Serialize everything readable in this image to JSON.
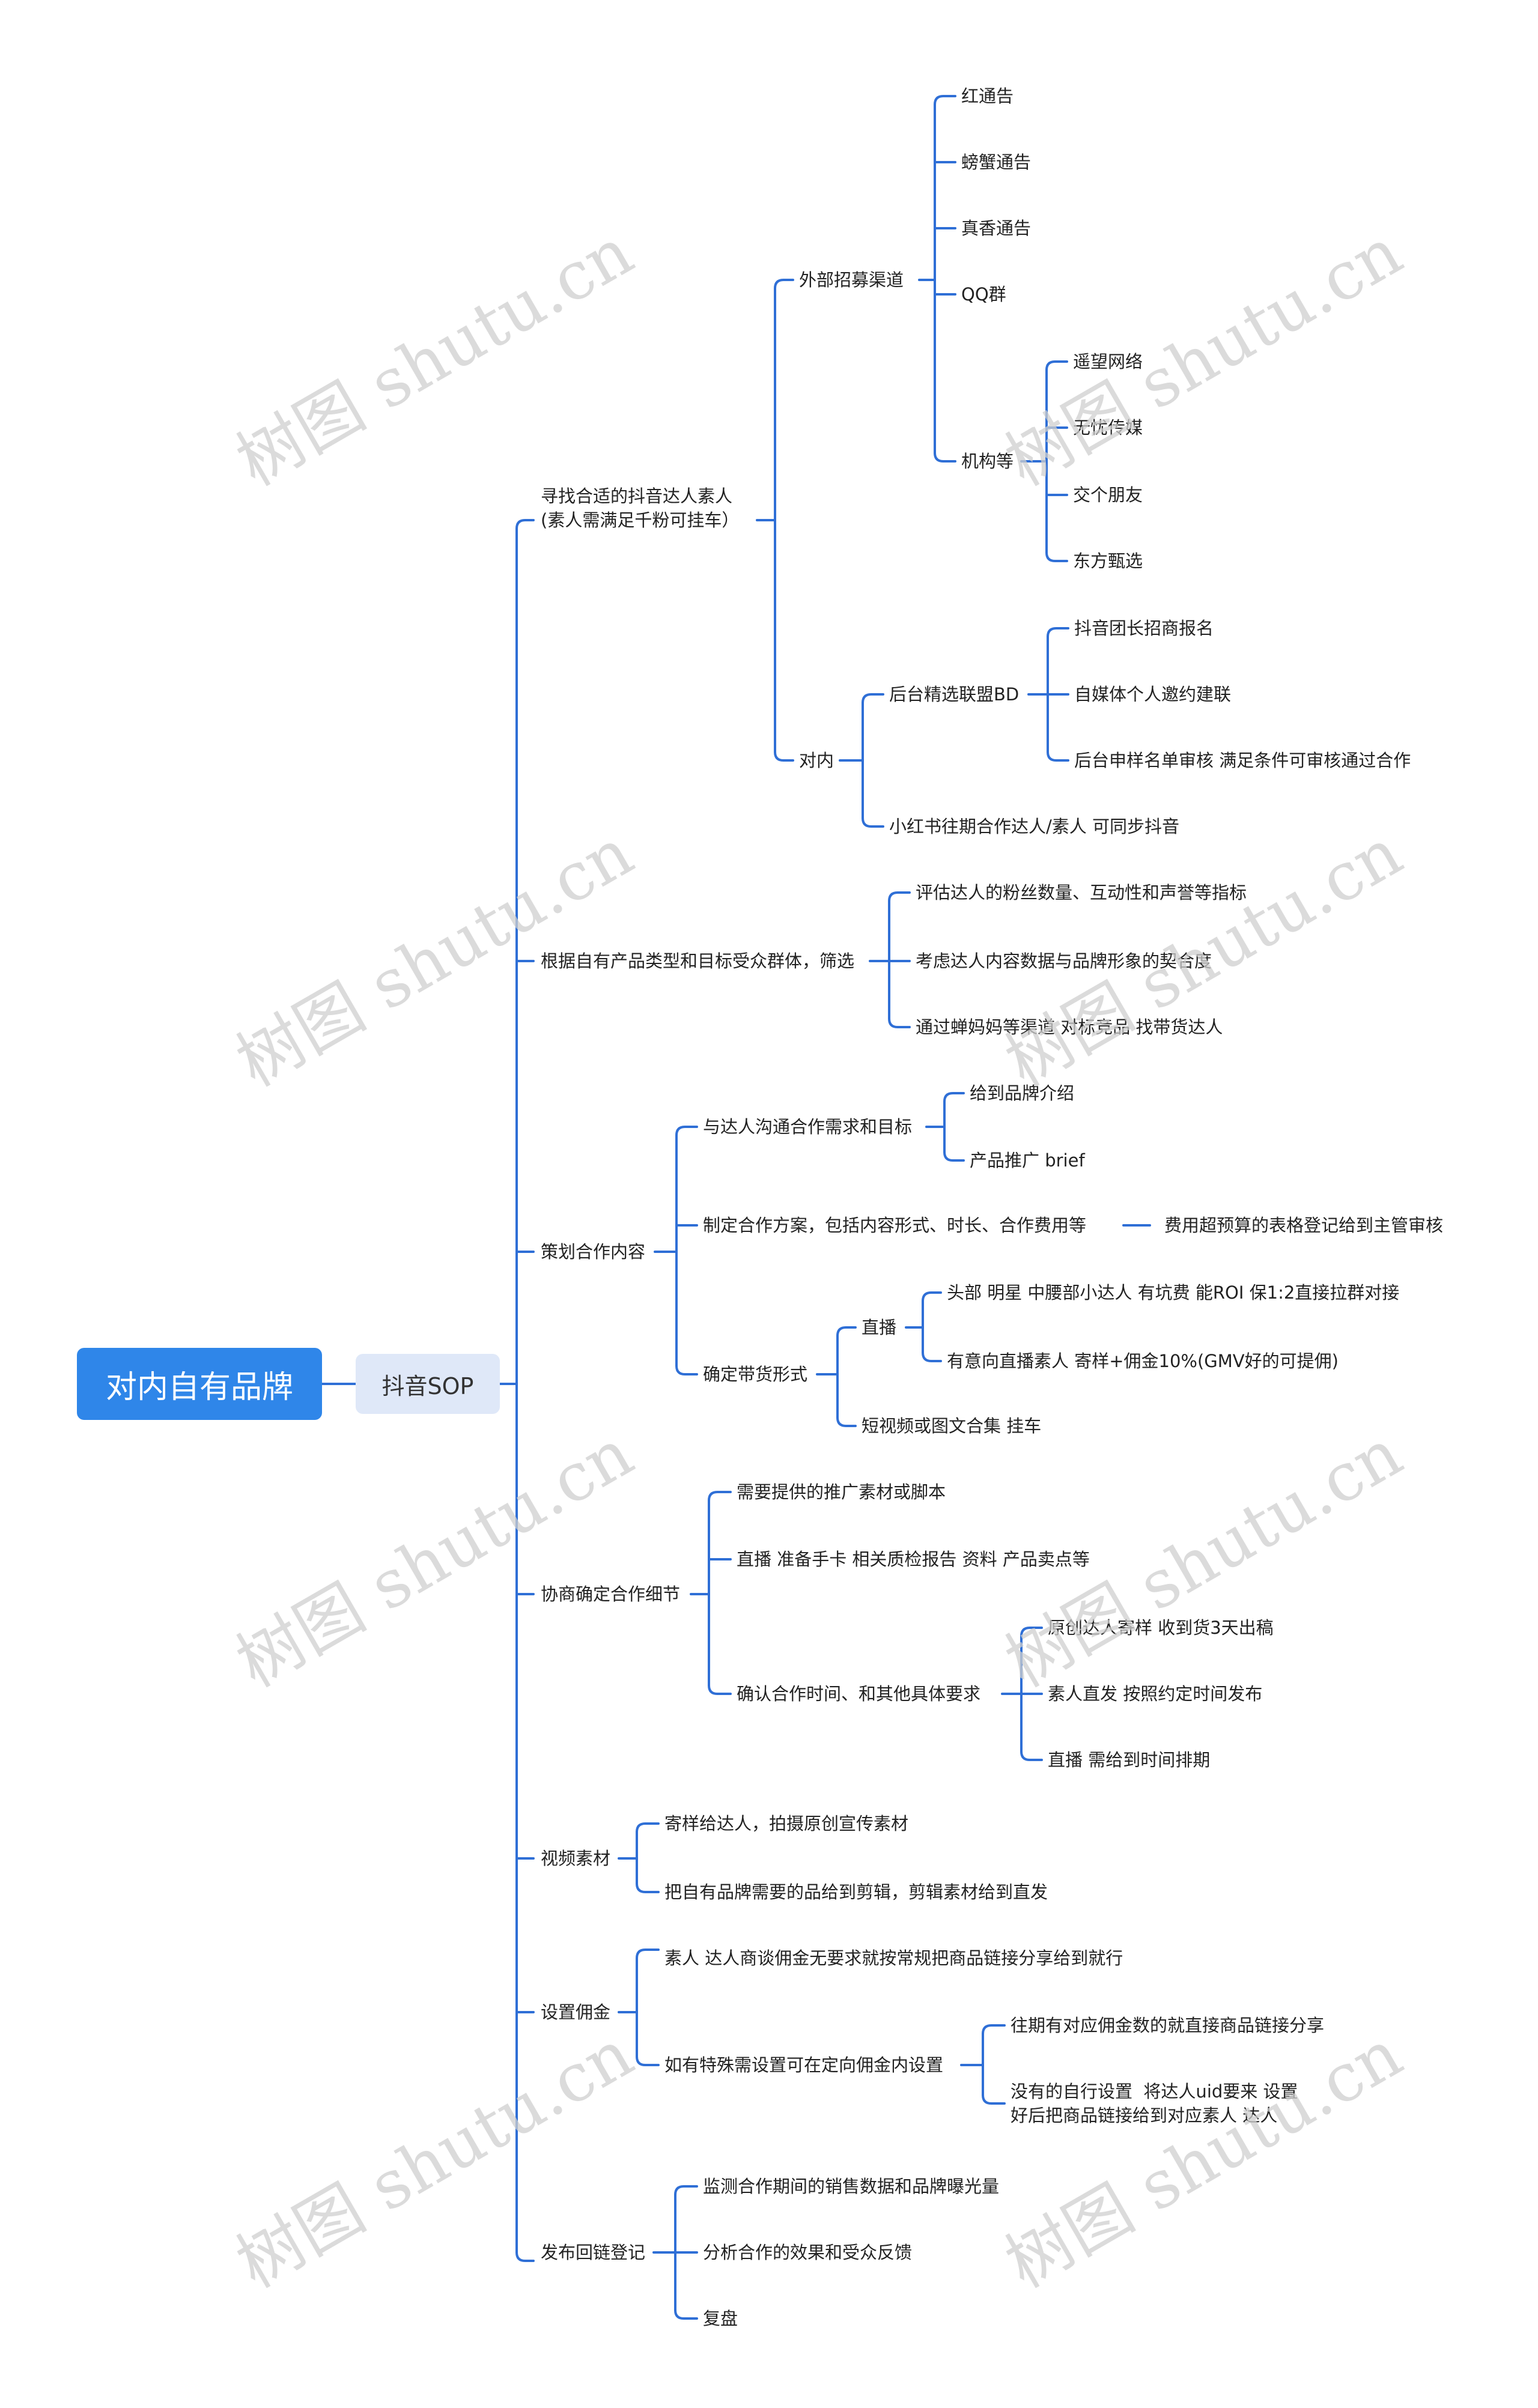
{
  "root": "对内自有品牌",
  "main_topic": "抖音SOP",
  "watermark": "树图 shutu.cn",
  "colors": {
    "line": "#2f6fd6",
    "root_bg": "#2f86e9",
    "main_bg": "#dfe8f8"
  },
  "branches": {
    "find": {
      "label": "寻找合适的抖音达人素人\n(素人需满足千粉可挂车）",
      "external": "外部招募渠道",
      "red": "红通告",
      "crab": "螃蟹通告",
      "zhenxiang": "真香通告",
      "qq": "QQ群",
      "agency": "机构等",
      "yaowang": "遥望网络",
      "wuyou": "无忧传媒",
      "jiaoge": "交个朋友",
      "dongfang": "东方甄选",
      "internal": "对内",
      "bd": "后台精选联盟BD",
      "tuanzhang": "抖音团长招商报名",
      "zimeiti": "自媒体个人邀约建联",
      "shenhe": "后台申样名单审核 满足条件可审核通过合作",
      "xhs": "小红书往期合作达人/素人 可同步抖音"
    },
    "filter": {
      "label": "根据自有产品类型和目标受众群体，筛选",
      "a": "评估达人的粉丝数量、互动性和声誉等指标",
      "b": "考虑达人内容数据与品牌形象的契合度",
      "c": "通过蝉妈妈等渠道 对标竞品 找带货达人"
    },
    "plan": {
      "label": "策划合作内容",
      "comm": "与达人沟通合作需求和目标",
      "brand": "给到品牌介绍",
      "brief": "产品推广 brief",
      "scheme": "制定合作方案，包括内容形式、时长、合作费用等",
      "fee": "费用超预算的表格登记给到主管审核",
      "form": "确定带货形式",
      "live": "直播",
      "live1": "头部 明星 中腰部小达人 有坑费 能ROI 保1:2直接拉群对接",
      "live2": "有意向直播素人 寄样+佣金10%(GMV好的可提佣)",
      "short": "短视频或图文合集 挂车"
    },
    "detail": {
      "label": "协商确定合作细节",
      "a": "需要提供的推广素材或脚本",
      "b": "直播 准备手卡 相关质检报告 资料 产品卖点等",
      "c": "确认合作时间、和其他具体要求",
      "c1": "原创达人寄样 收到货3天出稿",
      "c2": "素人直发 按照约定时间发布",
      "c3": "直播 需给到时间排期"
    },
    "video": {
      "label": "视频素材",
      "a": "寄样给达人，拍摄原创宣传素材",
      "b": "把自有品牌需要的品给到剪辑，剪辑素材给到直发"
    },
    "commission": {
      "label": "设置佣金",
      "a": "素人 达人商谈佣金无要求就按常规把商品链接分享给到就行",
      "b": "如有特殊需设置可在定向佣金内设置",
      "b1": "往期有对应佣金数的就直接商品链接分享",
      "b2": "没有的自行设置  将达人uid要来 设置\n好后把商品链接给到对应素人 达人"
    },
    "publish": {
      "label": "发布回链登记",
      "a": "监测合作期间的销售数据和品牌曝光量",
      "b": "分析合作的效果和受众反馈",
      "c": "复盘"
    }
  }
}
